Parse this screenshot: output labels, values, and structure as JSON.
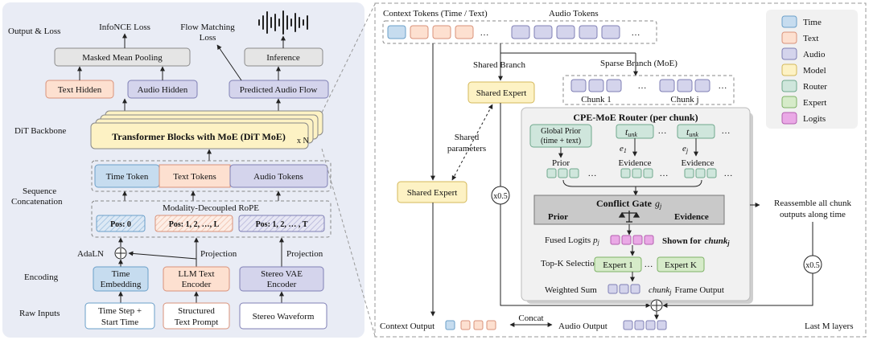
{
  "colors": {
    "time_fill": "#c6dcef",
    "time_stroke": "#6a9fc9",
    "text_fill": "#fde0d0",
    "text_stroke": "#d9927a",
    "audio_fill": "#d4d4ec",
    "audio_stroke": "#7f7fb5",
    "model_fill": "#fdf2c4",
    "model_stroke": "#d4b85a",
    "router_fill": "#cfe6dc",
    "router_stroke": "#6fa88d",
    "expert_fill": "#d6ebc9",
    "expert_stroke": "#7fb268",
    "logits_fill": "#eaa9e6",
    "logits_stroke": "#b45fb0",
    "gray_fill": "#e5e5e5",
    "gray_stroke": "#8a8a8a",
    "left_panel_bg": "#e9ecf5"
  },
  "left": {
    "row_labels": {
      "output_loss": "Output & Loss",
      "dit_backbone": "DiT Backbone",
      "sequence_line1": "Sequence",
      "sequence_line2": "Concatenation",
      "encoding": "Encoding",
      "raw_inputs": "Raw Inputs"
    },
    "infonce_loss": "InfoNCE Loss",
    "flow_matching_line1": "Flow Matching",
    "flow_matching_line2": "Loss",
    "masked_mean_pooling": "Masked Mean Pooling",
    "inference": "Inference",
    "text_hidden": "Text Hidden",
    "audio_hidden": "Audio Hidden",
    "predicted_audio_flow": "Predicted Audio Flow",
    "transformer_blocks": "Transformer Blocks with MoE (DiT MoE)",
    "times_n": "x N",
    "time_token": "Time Token",
    "text_tokens": "Text Tokens",
    "audio_tokens": "Audio Tokens",
    "rope": "Modality-Decoupled RoPE",
    "pos_time": "Pos: 0",
    "pos_text": "Pos: 1, 2, …, L",
    "pos_audio": "Pos: 1, 2, … , T",
    "adaln": "AdaLN",
    "projection_text": "Projection",
    "projection_audio": "Projection",
    "time_embedding_line1": "Time",
    "time_embedding_line2": "Embedding",
    "llm_encoder_line1": "LLM Text",
    "llm_encoder_line2": "Encoder",
    "vae_encoder_line1": "Stereo VAE",
    "vae_encoder_line2": "Encoder",
    "timestep_line1": "Time Step +",
    "timestep_line2": "Start Time",
    "structured_line1": "Structured",
    "structured_line2": "Text Prompt",
    "stereo_waveform": "Stereo Waveform"
  },
  "right": {
    "context_tokens": "Context Tokens (Time / Text)",
    "audio_tokens": "Audio Tokens",
    "ellipsis": "…",
    "shared_branch": "Shared Branch",
    "sparse_branch": "Sparse Branch (MoE)",
    "shared_expert_top": "Shared Expert",
    "shared_expert_bottom": "Shared Expert",
    "shared_params_line1": "Shared",
    "shared_params_line2": "parameters",
    "chunk_1": "Chunk 1",
    "chunk_j": "Chunk j",
    "router_title": "CPE-MoE Router (per chunk)",
    "global_prior_line1": "Global Prior",
    "global_prior_line2": "(time + text)",
    "t_unk": "t",
    "t_unk_sub": "unk",
    "e_sym": "e",
    "e1_sub": "1",
    "ej_sub": "j",
    "prior": "Prior",
    "evidence_1": "Evidence",
    "evidence_2": "Evidence",
    "conflict_gate": "Conflict Gate",
    "g_sym": "g",
    "g_sub": "j",
    "gate_prior": "Prior",
    "gate_evidence": "Evidence",
    "scale_x05_left": "x0.5",
    "scale_x05_right": "x0.5",
    "fused_logits": "Fused Logits",
    "p_sym": "p",
    "p_sub": "j",
    "shown_for": "Shown for",
    "chunk_sym": "chunk",
    "chunk_sub": "j",
    "topk": "Top-K Selection",
    "expert_1": "Expert 1",
    "expert_k": "Expert K",
    "weighted_sum": "Weighted Sum",
    "frame_output_sym": "chunk",
    "frame_output_sub": "j",
    "frame_output_rest": "Frame Output",
    "reassemble_line1": "Reassemble all chunk",
    "reassemble_line2": "outputs along time",
    "context_output": "Context Output",
    "concat": "Concat",
    "audio_output": "Audio Output",
    "last_m_layers": "Last M layers"
  },
  "legend": [
    {
      "label": "Time",
      "fill": "#c6dcef",
      "stroke": "#6a9fc9"
    },
    {
      "label": "Text",
      "fill": "#fde0d0",
      "stroke": "#d9927a"
    },
    {
      "label": "Audio",
      "fill": "#d4d4ec",
      "stroke": "#7f7fb5"
    },
    {
      "label": "Model",
      "fill": "#fdf2c4",
      "stroke": "#d4b85a"
    },
    {
      "label": "Router",
      "fill": "#cfe6dc",
      "stroke": "#6fa88d"
    },
    {
      "label": "Expert",
      "fill": "#d6ebc9",
      "stroke": "#7fb268"
    },
    {
      "label": "Logits",
      "fill": "#eaa9e6",
      "stroke": "#b45fb0"
    }
  ]
}
